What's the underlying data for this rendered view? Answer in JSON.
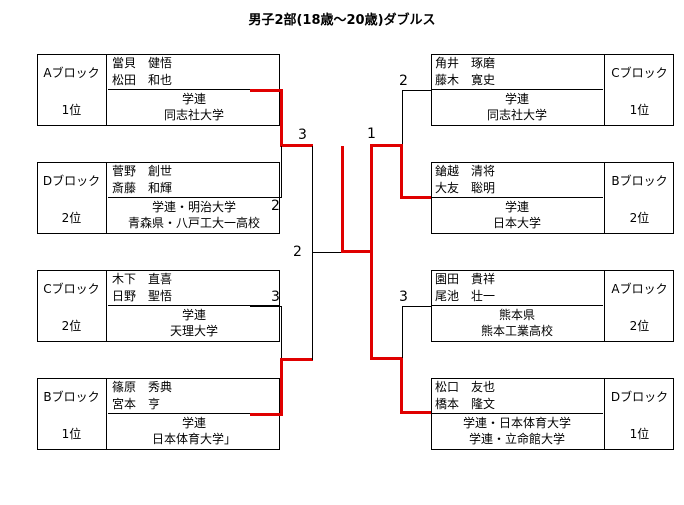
{
  "title": "男子2部(18歳～20歳)ダブルス",
  "colors": {
    "winner_line": "#e00000",
    "line": "#000000"
  },
  "entries": [
    {
      "block": "Aブロック",
      "rank": "1位",
      "player1": "當貝　健悟",
      "player2": "松田　和也",
      "aff1": "学連",
      "aff2": "同志社大学"
    },
    {
      "block": "Dブロック",
      "rank": "2位",
      "player1": "菅野　創世",
      "player2": "斎藤　和輝",
      "aff1": "学連・明治大学",
      "aff2": "青森県・八戸工大一高校"
    },
    {
      "block": "Cブロック",
      "rank": "2位",
      "player1": "木下　直喜",
      "player2": "日野　聖悟",
      "aff1": "学連",
      "aff2": "天理大学"
    },
    {
      "block": "Bブロック",
      "rank": "1位",
      "player1": "篠原　秀典",
      "player2": "宮本　亨",
      "aff1": "学連",
      "aff2": "日本体育大学」"
    },
    {
      "block": "Cブロック",
      "rank": "1位",
      "player1": "角井　琢磨",
      "player2": "藤木　寛史",
      "aff1": "学連",
      "aff2": "同志社大学"
    },
    {
      "block": "Bブロック",
      "rank": "2位",
      "player1": "鎗越　清将",
      "player2": "大友　聡明",
      "aff1": "学連",
      "aff2": "日本大学"
    },
    {
      "block": "Aブロック",
      "rank": "2位",
      "player1": "園田　貴祥",
      "player2": "尾池　壮一",
      "aff1": "熊本県",
      "aff2": "熊本工業高校"
    },
    {
      "block": "Dブロック",
      "rank": "1位",
      "player1": "松口　友也",
      "player2": "橋本　隆文",
      "aff1": "学連・日本体育大学",
      "aff2": "学連・立命館大学"
    }
  ],
  "scores": {
    "left_sf_top": "3",
    "left_sf_bottom": "2",
    "left_r1_bottom": "3",
    "left_final": "2",
    "right_r1_top": "2",
    "right_final": "1",
    "right_r1_bottom": "3"
  }
}
